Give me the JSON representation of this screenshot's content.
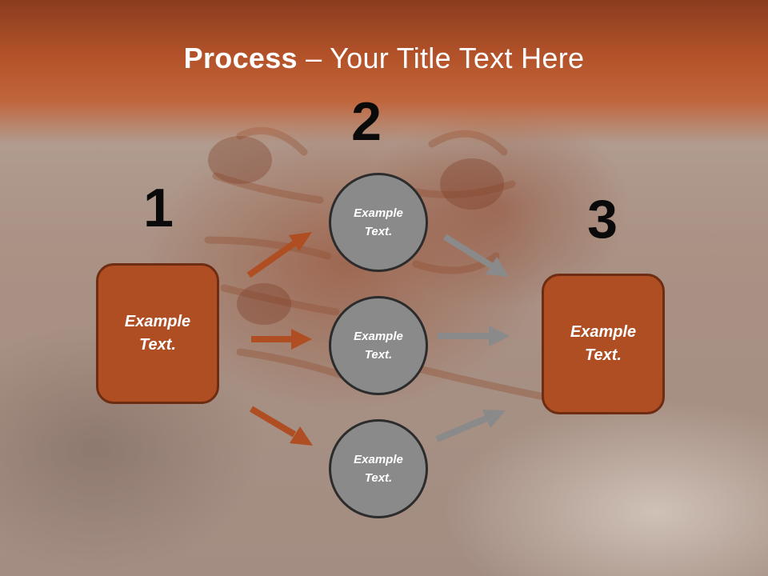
{
  "title": {
    "bold": "Process",
    "rest": " – Your Title Text Here"
  },
  "steps": [
    {
      "number": "1",
      "text_line1": "Example",
      "text_line2": "Text."
    },
    {
      "number": "2"
    },
    {
      "number": "3",
      "text_line1": "Example",
      "text_line2": "Text."
    }
  ],
  "circles": [
    {
      "text_line1": "Example",
      "text_line2": "Text."
    },
    {
      "text_line1": "Example",
      "text_line2": "Text."
    },
    {
      "text_line1": "Example",
      "text_line2": "Text."
    }
  ],
  "colors": {
    "box_fill": "#b04e23",
    "circle_fill": "#8a8a8a",
    "left_arrows": "#b04e23",
    "right_arrows": "#8a8a8a"
  }
}
